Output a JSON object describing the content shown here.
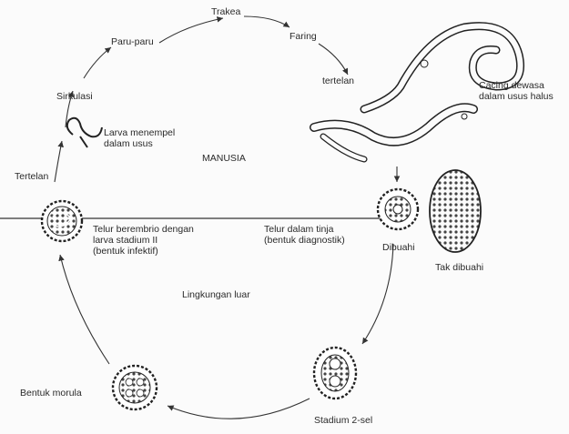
{
  "labels": {
    "trakea": "Trakea",
    "faring": "Faring",
    "paru": "Paru-paru",
    "sirkulasi": "Sirkulasi",
    "larva_menempel": "Larva menempel\ndalam usus",
    "tertelan": "Tertelan",
    "manusia": "MANUSIA",
    "tertelan_right": "tertelan",
    "cacing_dewasa": "Cacing dewasa\ndalam usus halus",
    "telur_infektif": "Telur berembrio dengan\nlarva stadium II\n(bentuk infektif)",
    "telur_tinja": "Telur dalam tinja\n(bentuk diagnostik)",
    "dibuahi": "Dibuahi",
    "tak_dibuahi": "Tak dibuahi",
    "lingkungan": "Lingkungan luar",
    "bentuk_morula": "Bentuk morula",
    "stadium_2sel": "Stadium 2-sel"
  }
}
